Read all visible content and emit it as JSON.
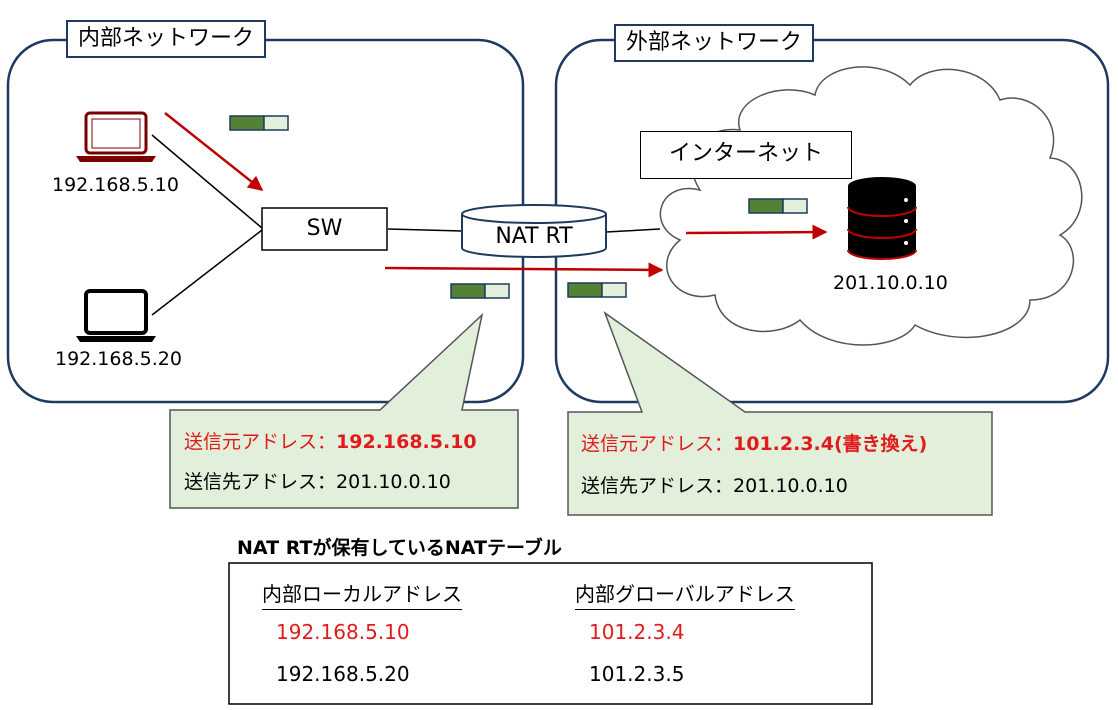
{
  "regions": {
    "internal": "内部ネットワーク",
    "external": "外部ネットワーク"
  },
  "internet_label": "インターネット",
  "hosts": [
    {
      "ip": "192.168.5.10",
      "icon": "laptop-icon",
      "color": "#c00000"
    },
    {
      "ip": "192.168.5.20",
      "icon": "laptop-icon",
      "color": "#000000"
    }
  ],
  "server": {
    "ip": "201.10.0.10",
    "icon": "server-icon"
  },
  "switch_label": "SW",
  "router_label": "NAT RT",
  "callout_left": {
    "src_label": "送信元アドレス：",
    "src_value": "192.168.5.10",
    "dst_label": "送信先アドレス：",
    "dst_value": "201.10.0.10"
  },
  "callout_right": {
    "src_label": "送信元アドレス：",
    "src_value": "101.2.3.4(書き換え)",
    "dst_label": "送信先アドレス：",
    "dst_value": "201.10.0.10"
  },
  "nat_table": {
    "title": "NAT RTが保有しているNATテーブル",
    "headers": [
      "内部ローカルアドレス",
      "内部グローバルアドレス"
    ],
    "rows": [
      [
        "192.168.5.10",
        "101.2.3.4"
      ],
      [
        "192.168.5.20",
        "101.2.3.5"
      ]
    ]
  },
  "colors": {
    "region_border": "#1f3a5f",
    "arrow": "#c00000",
    "highlight_text": "#e31a1c",
    "callout_fill": "#e2efda",
    "packet_dark": "#548235",
    "packet_light": "#e2efda"
  }
}
